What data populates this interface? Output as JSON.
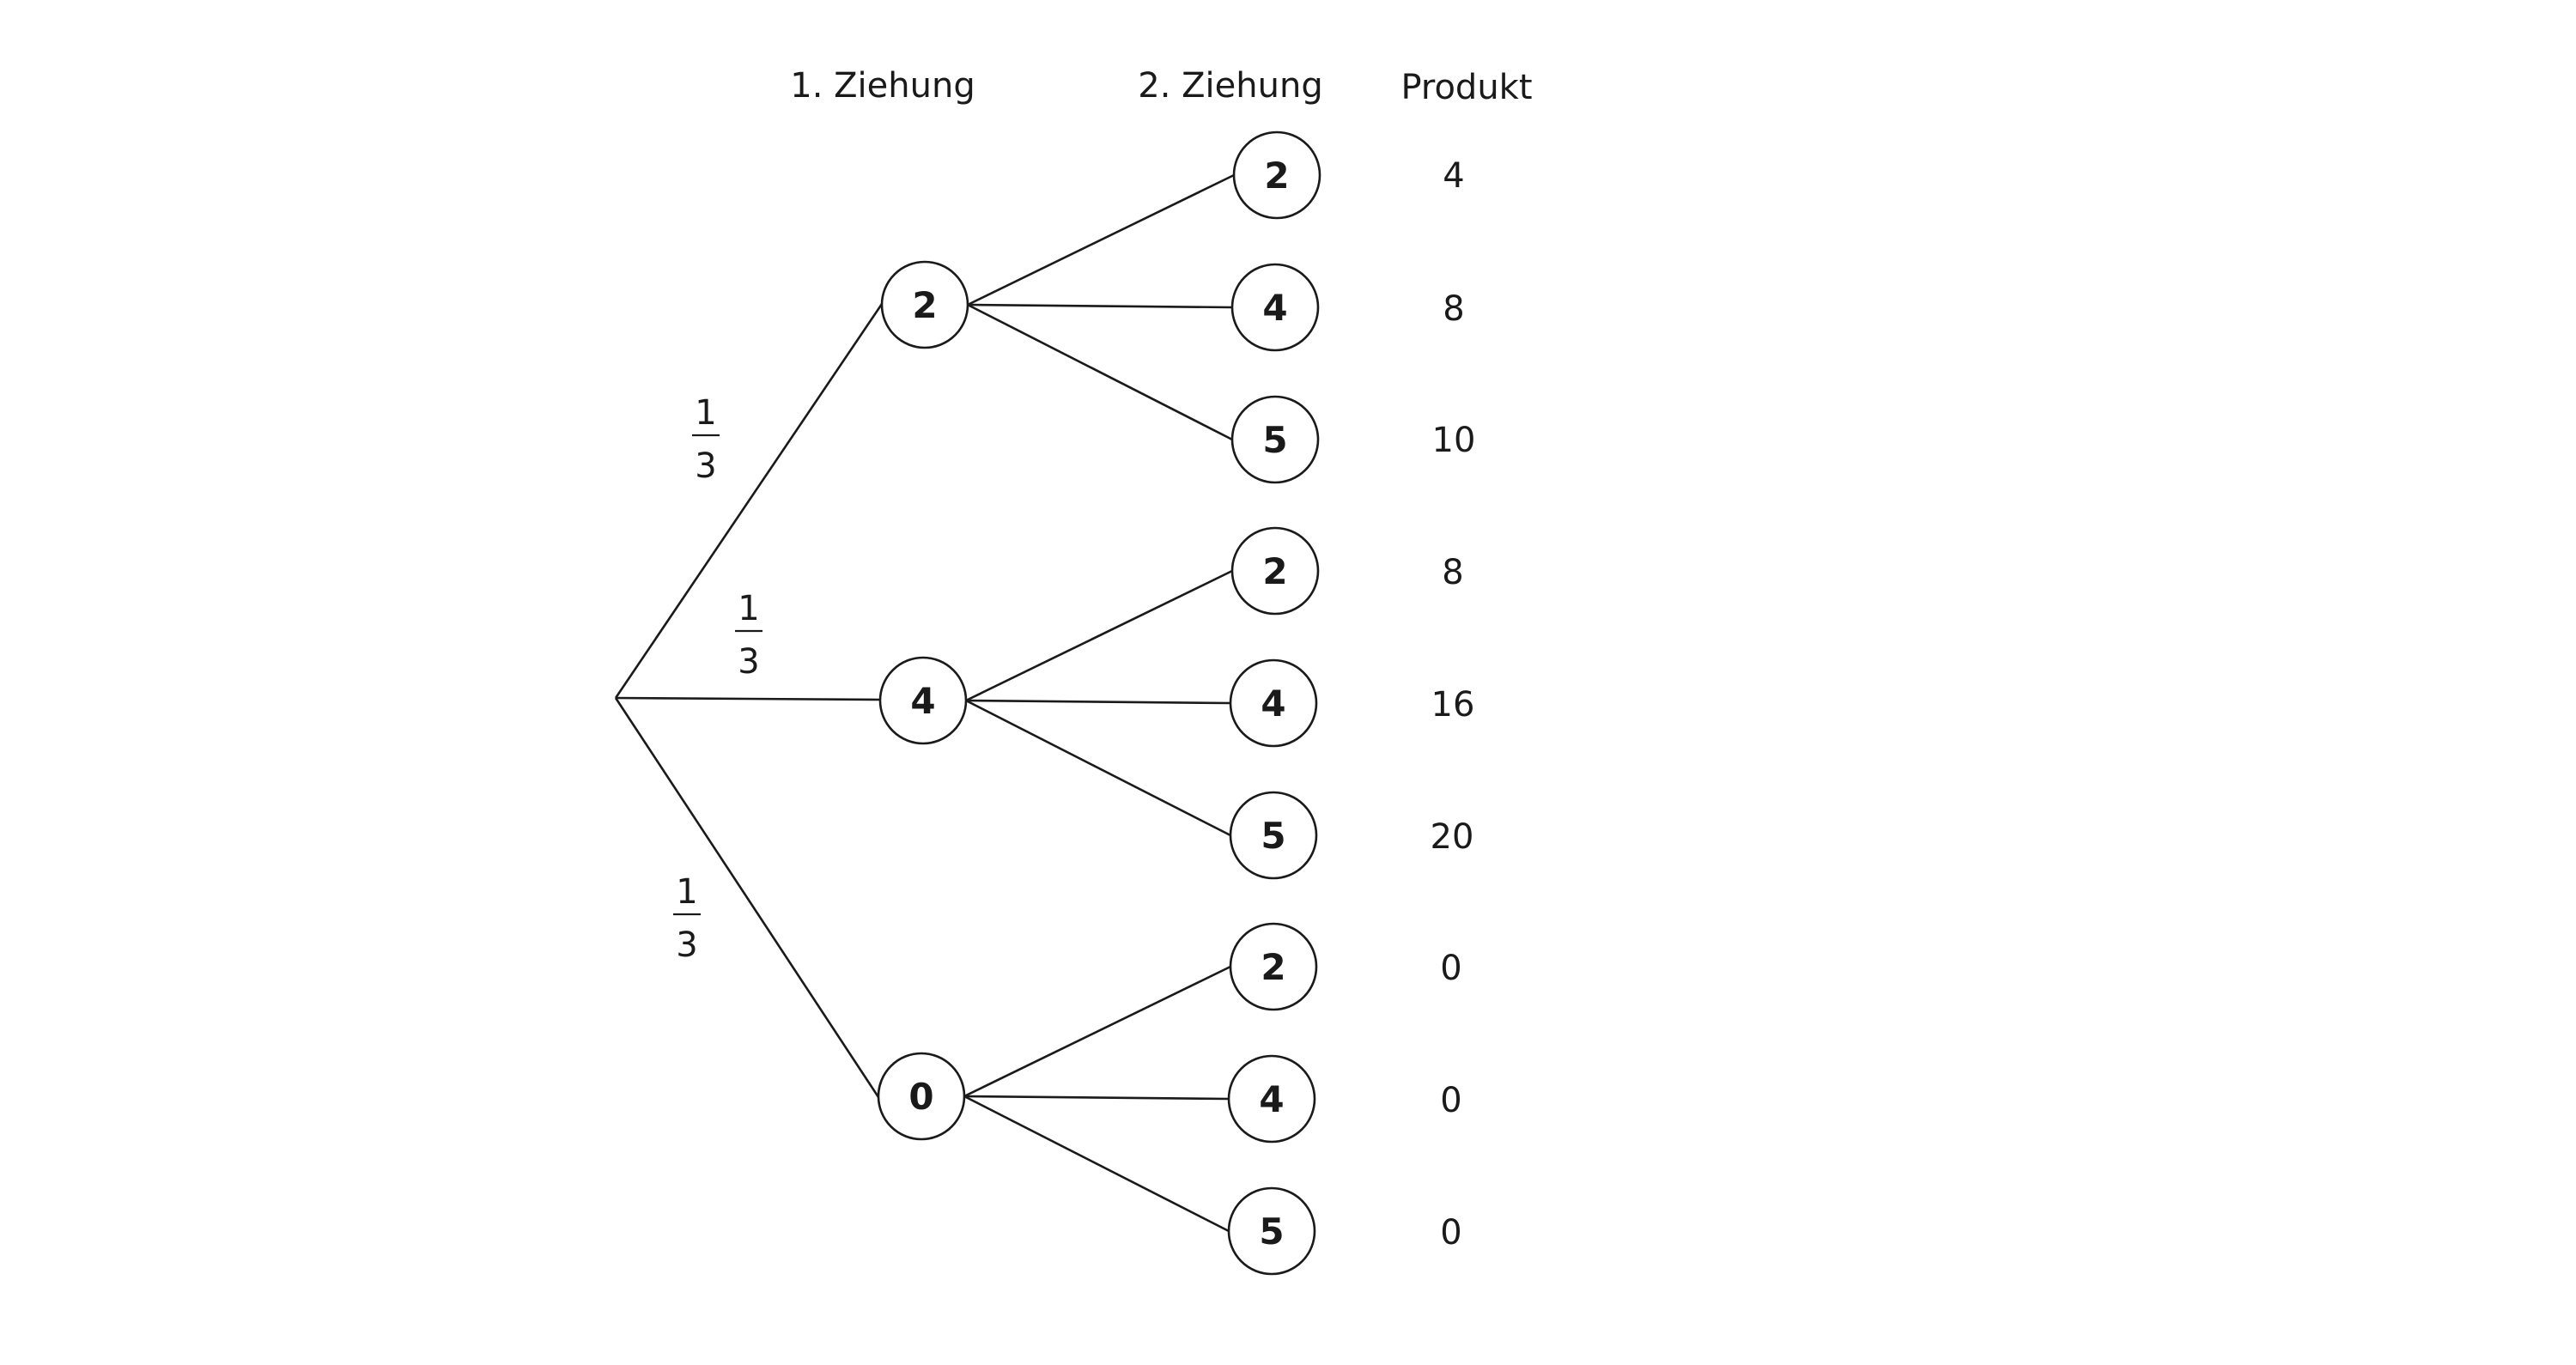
{
  "headers": {
    "first_draw": "1. Ziehung",
    "second_draw": "2. Ziehung",
    "product": "Produkt"
  },
  "first_level": [
    {
      "value": "2",
      "probability": {
        "numerator": "1",
        "denominator": "3"
      },
      "children": [
        {
          "value": "2",
          "product": "4"
        },
        {
          "value": "4",
          "product": "8"
        },
        {
          "value": "5",
          "product": "10"
        }
      ]
    },
    {
      "value": "4",
      "probability": {
        "numerator": "1",
        "denominator": "3"
      },
      "children": [
        {
          "value": "2",
          "product": "8"
        },
        {
          "value": "4",
          "product": "16"
        },
        {
          "value": "5",
          "product": "20"
        }
      ]
    },
    {
      "value": "0",
      "probability": {
        "numerator": "1",
        "denominator": "3"
      },
      "children": [
        {
          "value": "2",
          "product": "0"
        },
        {
          "value": "4",
          "product": "0"
        },
        {
          "value": "5",
          "product": "0"
        }
      ]
    }
  ]
}
